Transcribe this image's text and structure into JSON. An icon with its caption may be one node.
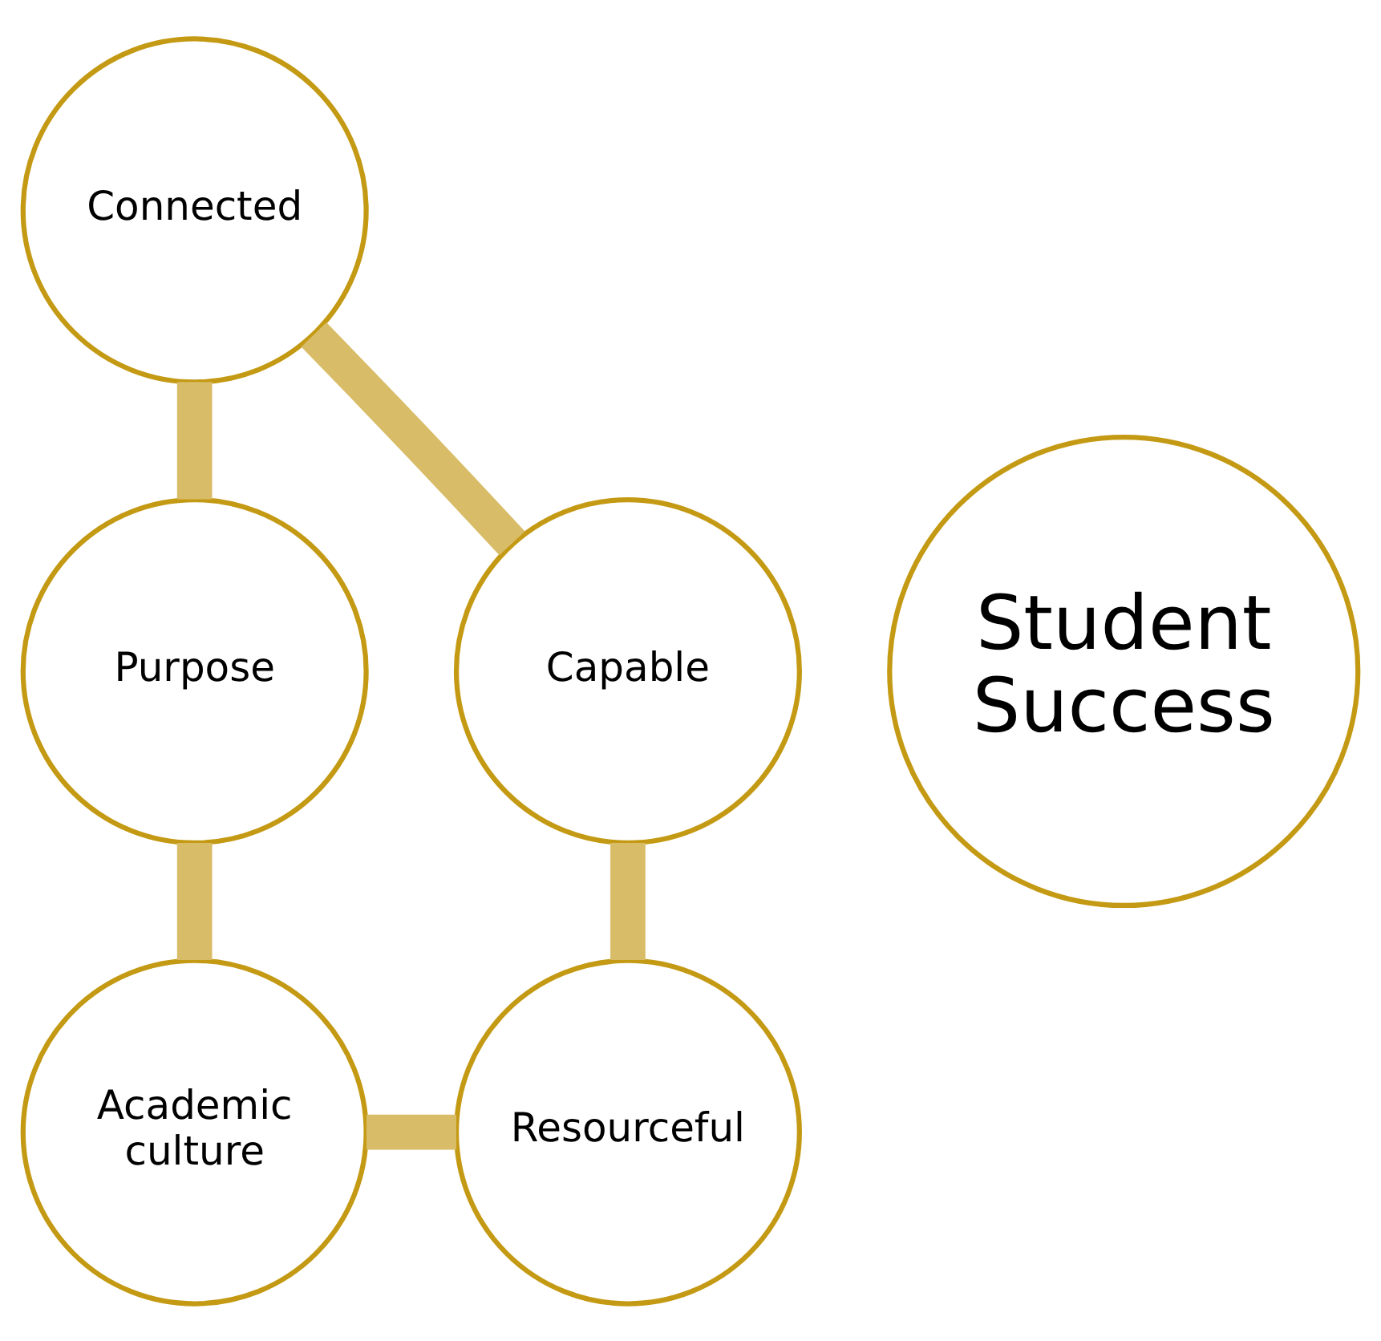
{
  "diagram": {
    "nodes": [
      {
        "text": [
          "Connected"
        ]
      },
      {
        "text": [
          "Capable"
        ]
      },
      {
        "text": [
          "Student Success"
        ]
      },
      {
        "text": [
          "Purpose"
        ]
      },
      {
        "text": [
          "Resourceful"
        ]
      },
      {
        "text": [
          "Academic culture"
        ]
      }
    ],
    "edges": [
      {
        "from": 0,
        "to": 3,
        "arrow": "none"
      },
      {
        "from": 3,
        "to": 5,
        "arrow": "none"
      },
      {
        "from": 5,
        "to": 4,
        "arrow": "none"
      },
      {
        "from": 4,
        "to": 1,
        "arrow": "none"
      },
      {
        "from": 1,
        "to": 0,
        "arrow": "none"
      }
    ]
  }
}
